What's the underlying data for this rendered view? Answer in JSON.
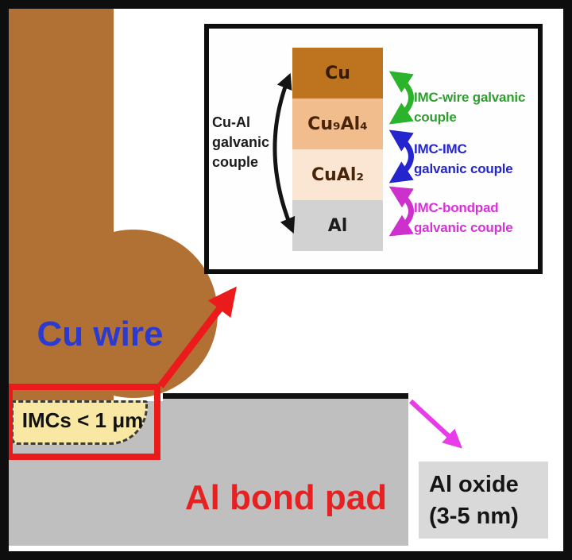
{
  "wire": {
    "label": "Cu wire",
    "color": "#b27134",
    "label_color": "#2b3ad0"
  },
  "pad": {
    "label": "Al bond pad",
    "color": "#bfbfbf",
    "label_color": "#e62121"
  },
  "imc_region": {
    "label": "IMCs < 1 μm",
    "fill_color": "#f8e8a4",
    "highlight_color": "#ec1b1b"
  },
  "oxide": {
    "line1": "Al oxide",
    "line2": "(3-5 nm)",
    "fill_color": "#d9d9d9",
    "arrow_color": "#e83ce8"
  },
  "inset": {
    "left_couple": {
      "line1": "Cu-Al",
      "line2": "galvanic",
      "line3": "couple",
      "arrow_color": "#141414"
    },
    "layers": [
      {
        "name": "Cu",
        "color": "#be741f"
      },
      {
        "name": "Cu₉Al₄",
        "color": "#f2bd8c"
      },
      {
        "name": "CuAl₂",
        "color": "#fae6d2"
      },
      {
        "name": "Al",
        "color": "#d2d2d2"
      }
    ],
    "couples": [
      {
        "line1": "IMC-wire galvanic",
        "line2": "couple",
        "color": "#2f9e2f",
        "arrow_color": "#2cb32c"
      },
      {
        "line1": "IMC-IMC",
        "line2": "galvanic couple",
        "color": "#2525ce",
        "arrow_color": "#2525ce"
      },
      {
        "line1": "IMC-bondpad",
        "line2": "galvanic couple",
        "color": "#d434d4",
        "arrow_color": "#ce30ce"
      }
    ]
  }
}
